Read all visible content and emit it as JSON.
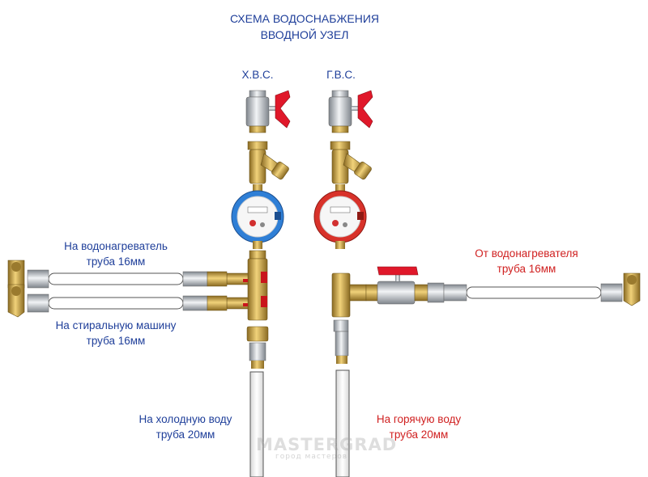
{
  "title": {
    "line1": "СХЕМА ВОДОСНАБЖЕНИЯ",
    "line2": "ВВОДНОЙ УЗЕЛ"
  },
  "risers": {
    "cold": "Х.В.С.",
    "hot": "Г.В.С."
  },
  "labels": {
    "heater_in": {
      "line1": "На водонагреватель",
      "line2": "труба 16мм"
    },
    "washer": {
      "line1": "На стиральную машину",
      "line2": "труба 16мм"
    },
    "heater_out": {
      "line1": "От водонагревателя",
      "line2": "труба 16мм"
    },
    "cold_out": {
      "line1": "На холодную воду",
      "line2": "труба 20мм"
    },
    "hot_out": {
      "line1": "На горячую воду",
      "line2": "труба 20мм"
    }
  },
  "watermark": {
    "main": "MASTERGRAD",
    "sub": "город мастеров"
  },
  "colors": {
    "label_blue": "#1f3f9a",
    "label_red": "#d02020",
    "brass": "#c9a24a",
    "chrome": "#c8ccd2",
    "valve_handle": "#e0182a",
    "meter_cold": "#2f7fd6",
    "meter_hot": "#d8322a"
  }
}
